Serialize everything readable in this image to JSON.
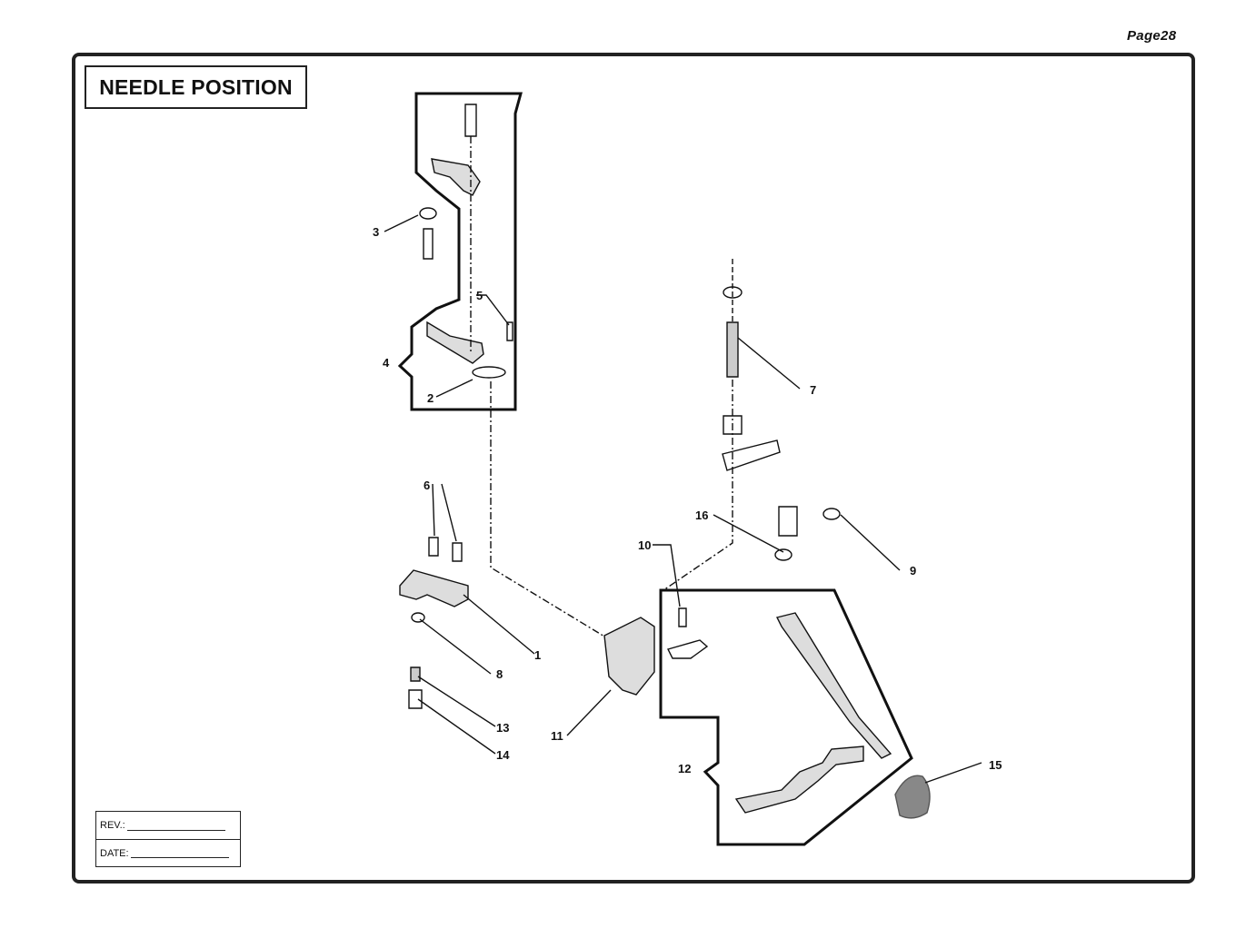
{
  "page_label": "Page28",
  "title": "NEEDLE POSITION",
  "rev_label": "REV.:",
  "date_label": "DATE:",
  "callouts": [
    "1",
    "2",
    "3",
    "4",
    "5",
    "6",
    "7",
    "8",
    "9",
    "10",
    "11",
    "12",
    "13",
    "14",
    "15",
    "16"
  ]
}
